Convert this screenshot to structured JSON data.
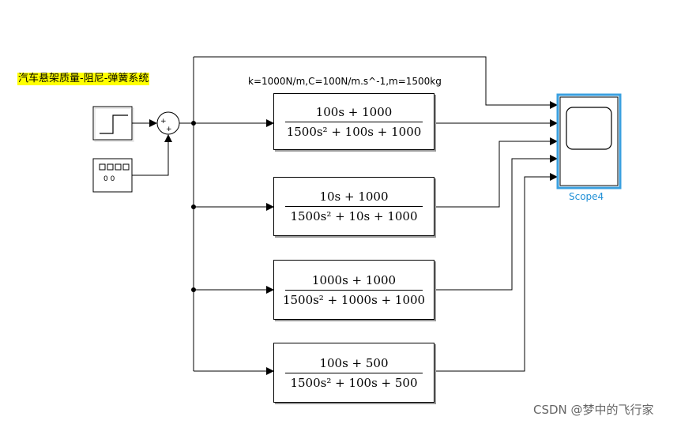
{
  "title_note": "汽车悬架质量-阻尼-弹簧系统",
  "parameters": "k=1000N/m,C=100N/m.s^-1,m=1500kg",
  "blocks": {
    "step": {
      "icon": "step-icon"
    },
    "clock": {
      "icon": "digital-clock-icon",
      "digits": "0 0"
    },
    "sum": {
      "signs": [
        "+",
        "+"
      ]
    },
    "scope": {
      "label": "Scope4",
      "icon": "scope-icon"
    }
  },
  "transfer_functions": [
    {
      "numerator": "100s + 1000",
      "denominator": "1500s² + 100s + 1000"
    },
    {
      "numerator": "10s + 1000",
      "denominator": "1500s² + 10s + 1000"
    },
    {
      "numerator": "1000s + 1000",
      "denominator": "1500s² + 1000s + 1000"
    },
    {
      "numerator": "100s + 500",
      "denominator": "1500s² + 100s + 500"
    }
  ],
  "colors": {
    "scope_border": "#3aa0e0",
    "highlight": "#ffff00",
    "scope_label": "#1f8fd6"
  },
  "watermark": "CSDN @梦中的飞行家"
}
